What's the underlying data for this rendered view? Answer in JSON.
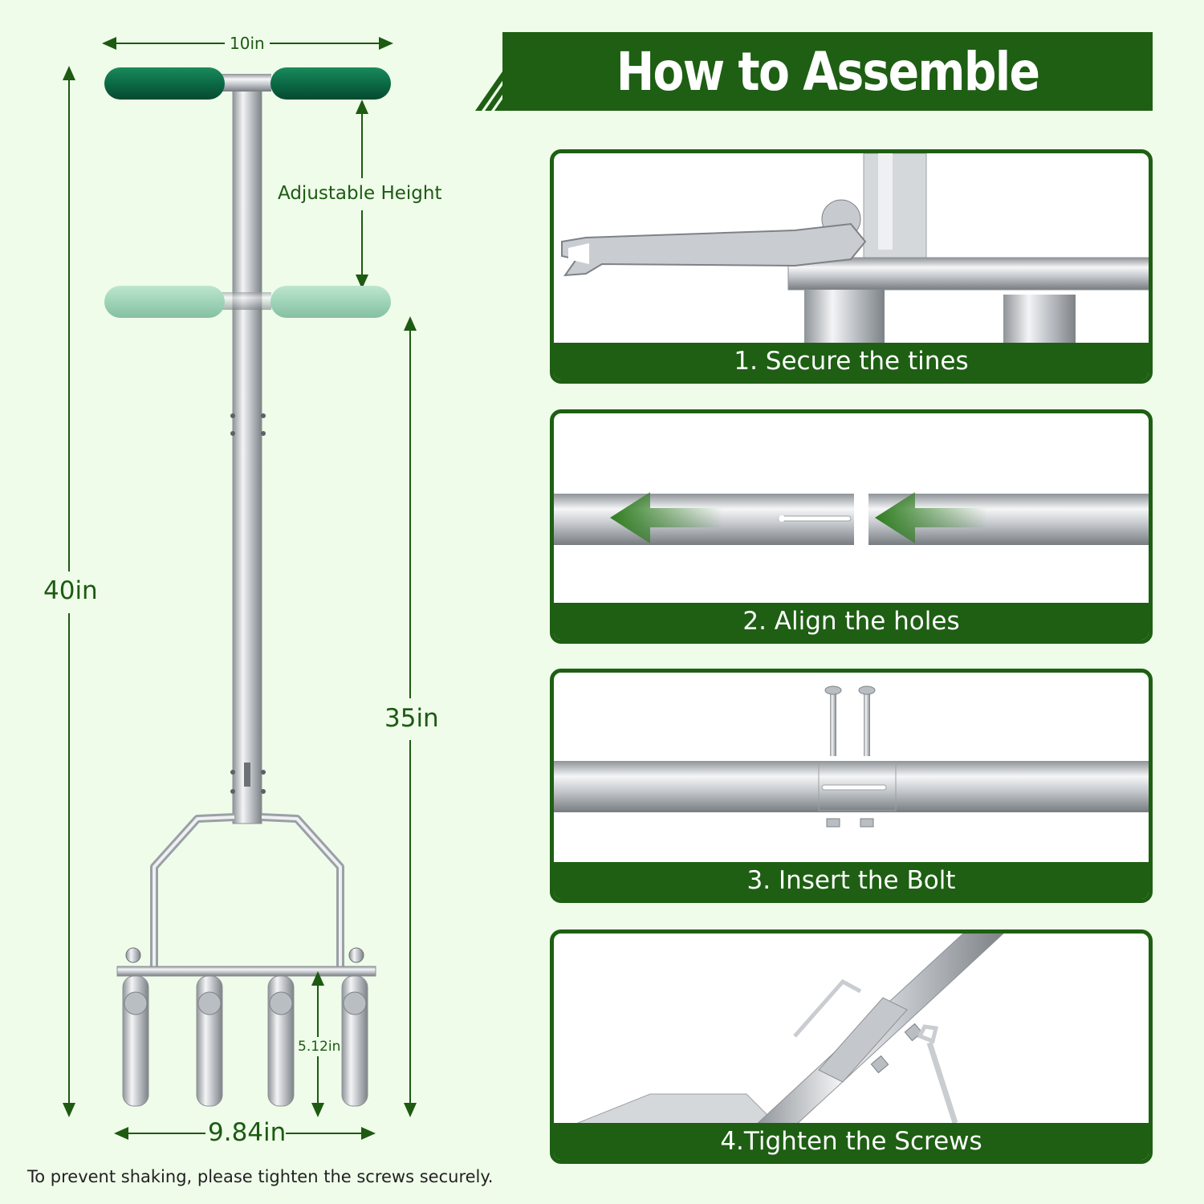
{
  "title": "How to Assemble",
  "dimensions": {
    "handle_width": "10in",
    "adjustable": "Adjustable Height",
    "total_height": "40in",
    "min_height": "35in",
    "tine_length": "5.12in",
    "base_width": "9.84in"
  },
  "steps": [
    {
      "label": "1. Secure the tines"
    },
    {
      "label": "2. Align the holes"
    },
    {
      "label": "3. Insert the Bolt"
    },
    {
      "label": "4.Tighten the Screws"
    }
  ],
  "note": "To prevent shaking, please tighten the screws securely.",
  "colors": {
    "brand_green": "#1e5f13",
    "background": "#effcea",
    "grip_dark": "#0b6a45",
    "grip_light": "#9fd4b8"
  }
}
